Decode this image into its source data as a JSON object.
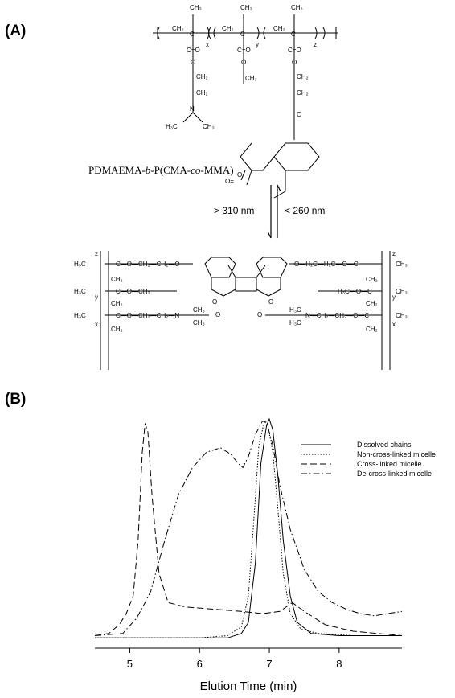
{
  "panels": {
    "a_label": "(A)",
    "b_label": "(B)"
  },
  "scheme": {
    "polymer_name_parts": [
      "PDMAEMA-",
      "b",
      "-P(CMA-",
      "co",
      "-MMA)"
    ],
    "forward_condition": "> 310 nm",
    "reverse_condition": "< 260 nm"
  },
  "chart_data": {
    "type": "line",
    "title": "",
    "xlabel": "Elution Time (min)",
    "ylabel": "",
    "xlim": [
      4.5,
      8.9
    ],
    "ylim": [
      0,
      1.04
    ],
    "xticks": [
      5,
      6,
      7,
      8
    ],
    "grid": false,
    "legend_position": "right",
    "series": [
      {
        "name": "Dissolved chains",
        "dash": "solid",
        "points": [
          [
            4.5,
            0.01
          ],
          [
            5.0,
            0.01
          ],
          [
            5.5,
            0.01
          ],
          [
            6.0,
            0.01
          ],
          [
            6.4,
            0.01
          ],
          [
            6.6,
            0.03
          ],
          [
            6.7,
            0.08
          ],
          [
            6.8,
            0.35
          ],
          [
            6.88,
            0.8
          ],
          [
            6.96,
            0.97
          ],
          [
            7.0,
            1.0
          ],
          [
            7.05,
            0.95
          ],
          [
            7.12,
            0.75
          ],
          [
            7.2,
            0.45
          ],
          [
            7.3,
            0.2
          ],
          [
            7.4,
            0.08
          ],
          [
            7.6,
            0.03
          ],
          [
            8.0,
            0.02
          ],
          [
            8.9,
            0.02
          ]
        ]
      },
      {
        "name": "Non-cross-linked micelle",
        "dash": "dot",
        "points": [
          [
            4.5,
            0.01
          ],
          [
            5.0,
            0.01
          ],
          [
            6.0,
            0.01
          ],
          [
            6.4,
            0.02
          ],
          [
            6.6,
            0.06
          ],
          [
            6.7,
            0.2
          ],
          [
            6.78,
            0.55
          ],
          [
            6.85,
            0.88
          ],
          [
            6.93,
            0.99
          ],
          [
            6.98,
            0.97
          ],
          [
            7.05,
            0.85
          ],
          [
            7.12,
            0.6
          ],
          [
            7.2,
            0.3
          ],
          [
            7.3,
            0.12
          ],
          [
            7.45,
            0.05
          ],
          [
            7.7,
            0.03
          ],
          [
            8.2,
            0.02
          ],
          [
            8.9,
            0.02
          ]
        ]
      },
      {
        "name": "Cross-linked micelle",
        "dash": "dash",
        "points": [
          [
            4.5,
            0.02
          ],
          [
            4.7,
            0.03
          ],
          [
            4.85,
            0.07
          ],
          [
            4.95,
            0.12
          ],
          [
            5.05,
            0.2
          ],
          [
            5.12,
            0.45
          ],
          [
            5.18,
            0.85
          ],
          [
            5.22,
            0.98
          ],
          [
            5.26,
            0.94
          ],
          [
            5.32,
            0.65
          ],
          [
            5.42,
            0.3
          ],
          [
            5.55,
            0.17
          ],
          [
            5.8,
            0.15
          ],
          [
            6.2,
            0.14
          ],
          [
            6.6,
            0.13
          ],
          [
            6.9,
            0.12
          ],
          [
            7.15,
            0.13
          ],
          [
            7.33,
            0.17
          ],
          [
            7.5,
            0.13
          ],
          [
            7.8,
            0.07
          ],
          [
            8.2,
            0.04
          ],
          [
            8.9,
            0.02
          ]
        ]
      },
      {
        "name": "De-cross-linked micelle",
        "dash": "dashdot",
        "points": [
          [
            4.5,
            0.02
          ],
          [
            4.9,
            0.03
          ],
          [
            5.1,
            0.1
          ],
          [
            5.22,
            0.17
          ],
          [
            5.3,
            0.22
          ],
          [
            5.5,
            0.45
          ],
          [
            5.7,
            0.66
          ],
          [
            5.9,
            0.78
          ],
          [
            6.1,
            0.85
          ],
          [
            6.3,
            0.87
          ],
          [
            6.45,
            0.84
          ],
          [
            6.55,
            0.8
          ],
          [
            6.62,
            0.78
          ],
          [
            6.7,
            0.83
          ],
          [
            6.8,
            0.93
          ],
          [
            6.9,
            0.99
          ],
          [
            6.96,
            0.985
          ],
          [
            7.05,
            0.88
          ],
          [
            7.15,
            0.7
          ],
          [
            7.3,
            0.5
          ],
          [
            7.5,
            0.32
          ],
          [
            7.7,
            0.22
          ],
          [
            7.9,
            0.17
          ],
          [
            8.1,
            0.14
          ],
          [
            8.3,
            0.12
          ],
          [
            8.5,
            0.11
          ],
          [
            8.7,
            0.12
          ],
          [
            8.9,
            0.13
          ]
        ]
      }
    ]
  }
}
